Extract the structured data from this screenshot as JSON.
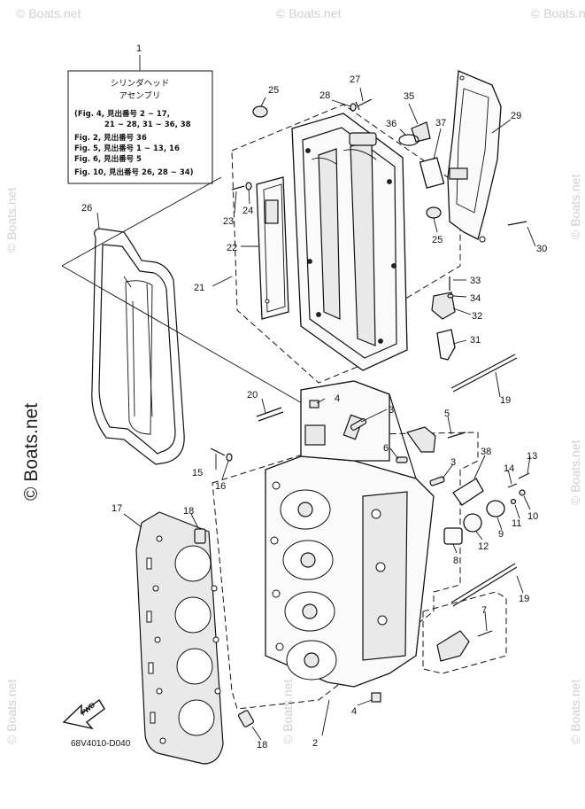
{
  "watermark": {
    "corner": "© Boats.net",
    "side": "© Boats.net"
  },
  "note_box": {
    "title_line1": "シリンダヘッド",
    "title_line2": "アセンブリ",
    "lines": [
      "(Fig. 4, 見出番号 2 ~ 17,",
      "21 ~ 28, 31 ~ 36, 38",
      "Fig. 2, 見出番号 36",
      "Fig. 5, 見出番号 1 ~ 13, 16",
      "Fig. 6, 見出番号 5",
      "Fig. 10, 見出番号 26, 28 ~ 34)"
    ]
  },
  "callouts": {
    "c1": "1",
    "c2": "2",
    "c3a": "3",
    "c3b": "3",
    "c4a": "4",
    "c4b": "4",
    "c5": "5",
    "c6": "6",
    "c7": "7",
    "c8": "8",
    "c9": "9",
    "c10": "10",
    "c11": "11",
    "c12": "12",
    "c13": "13",
    "c14": "14",
    "c15": "15",
    "c16": "16",
    "c17": "17",
    "c18a": "18",
    "c18b": "18",
    "c19a": "19",
    "c19b": "19",
    "c20": "20",
    "c21": "21",
    "c22": "22",
    "c23": "23",
    "c24": "24",
    "c25a": "25",
    "c25b": "25",
    "c26": "26",
    "c27": "27",
    "c28": "28",
    "c29": "29",
    "c30": "30",
    "c31": "31",
    "c32": "32",
    "c33": "33",
    "c34": "34",
    "c35": "35",
    "c36": "36",
    "c37": "37",
    "c38": "38"
  },
  "fwd_label": "FWD",
  "diagram_code": "68V4010-D040"
}
